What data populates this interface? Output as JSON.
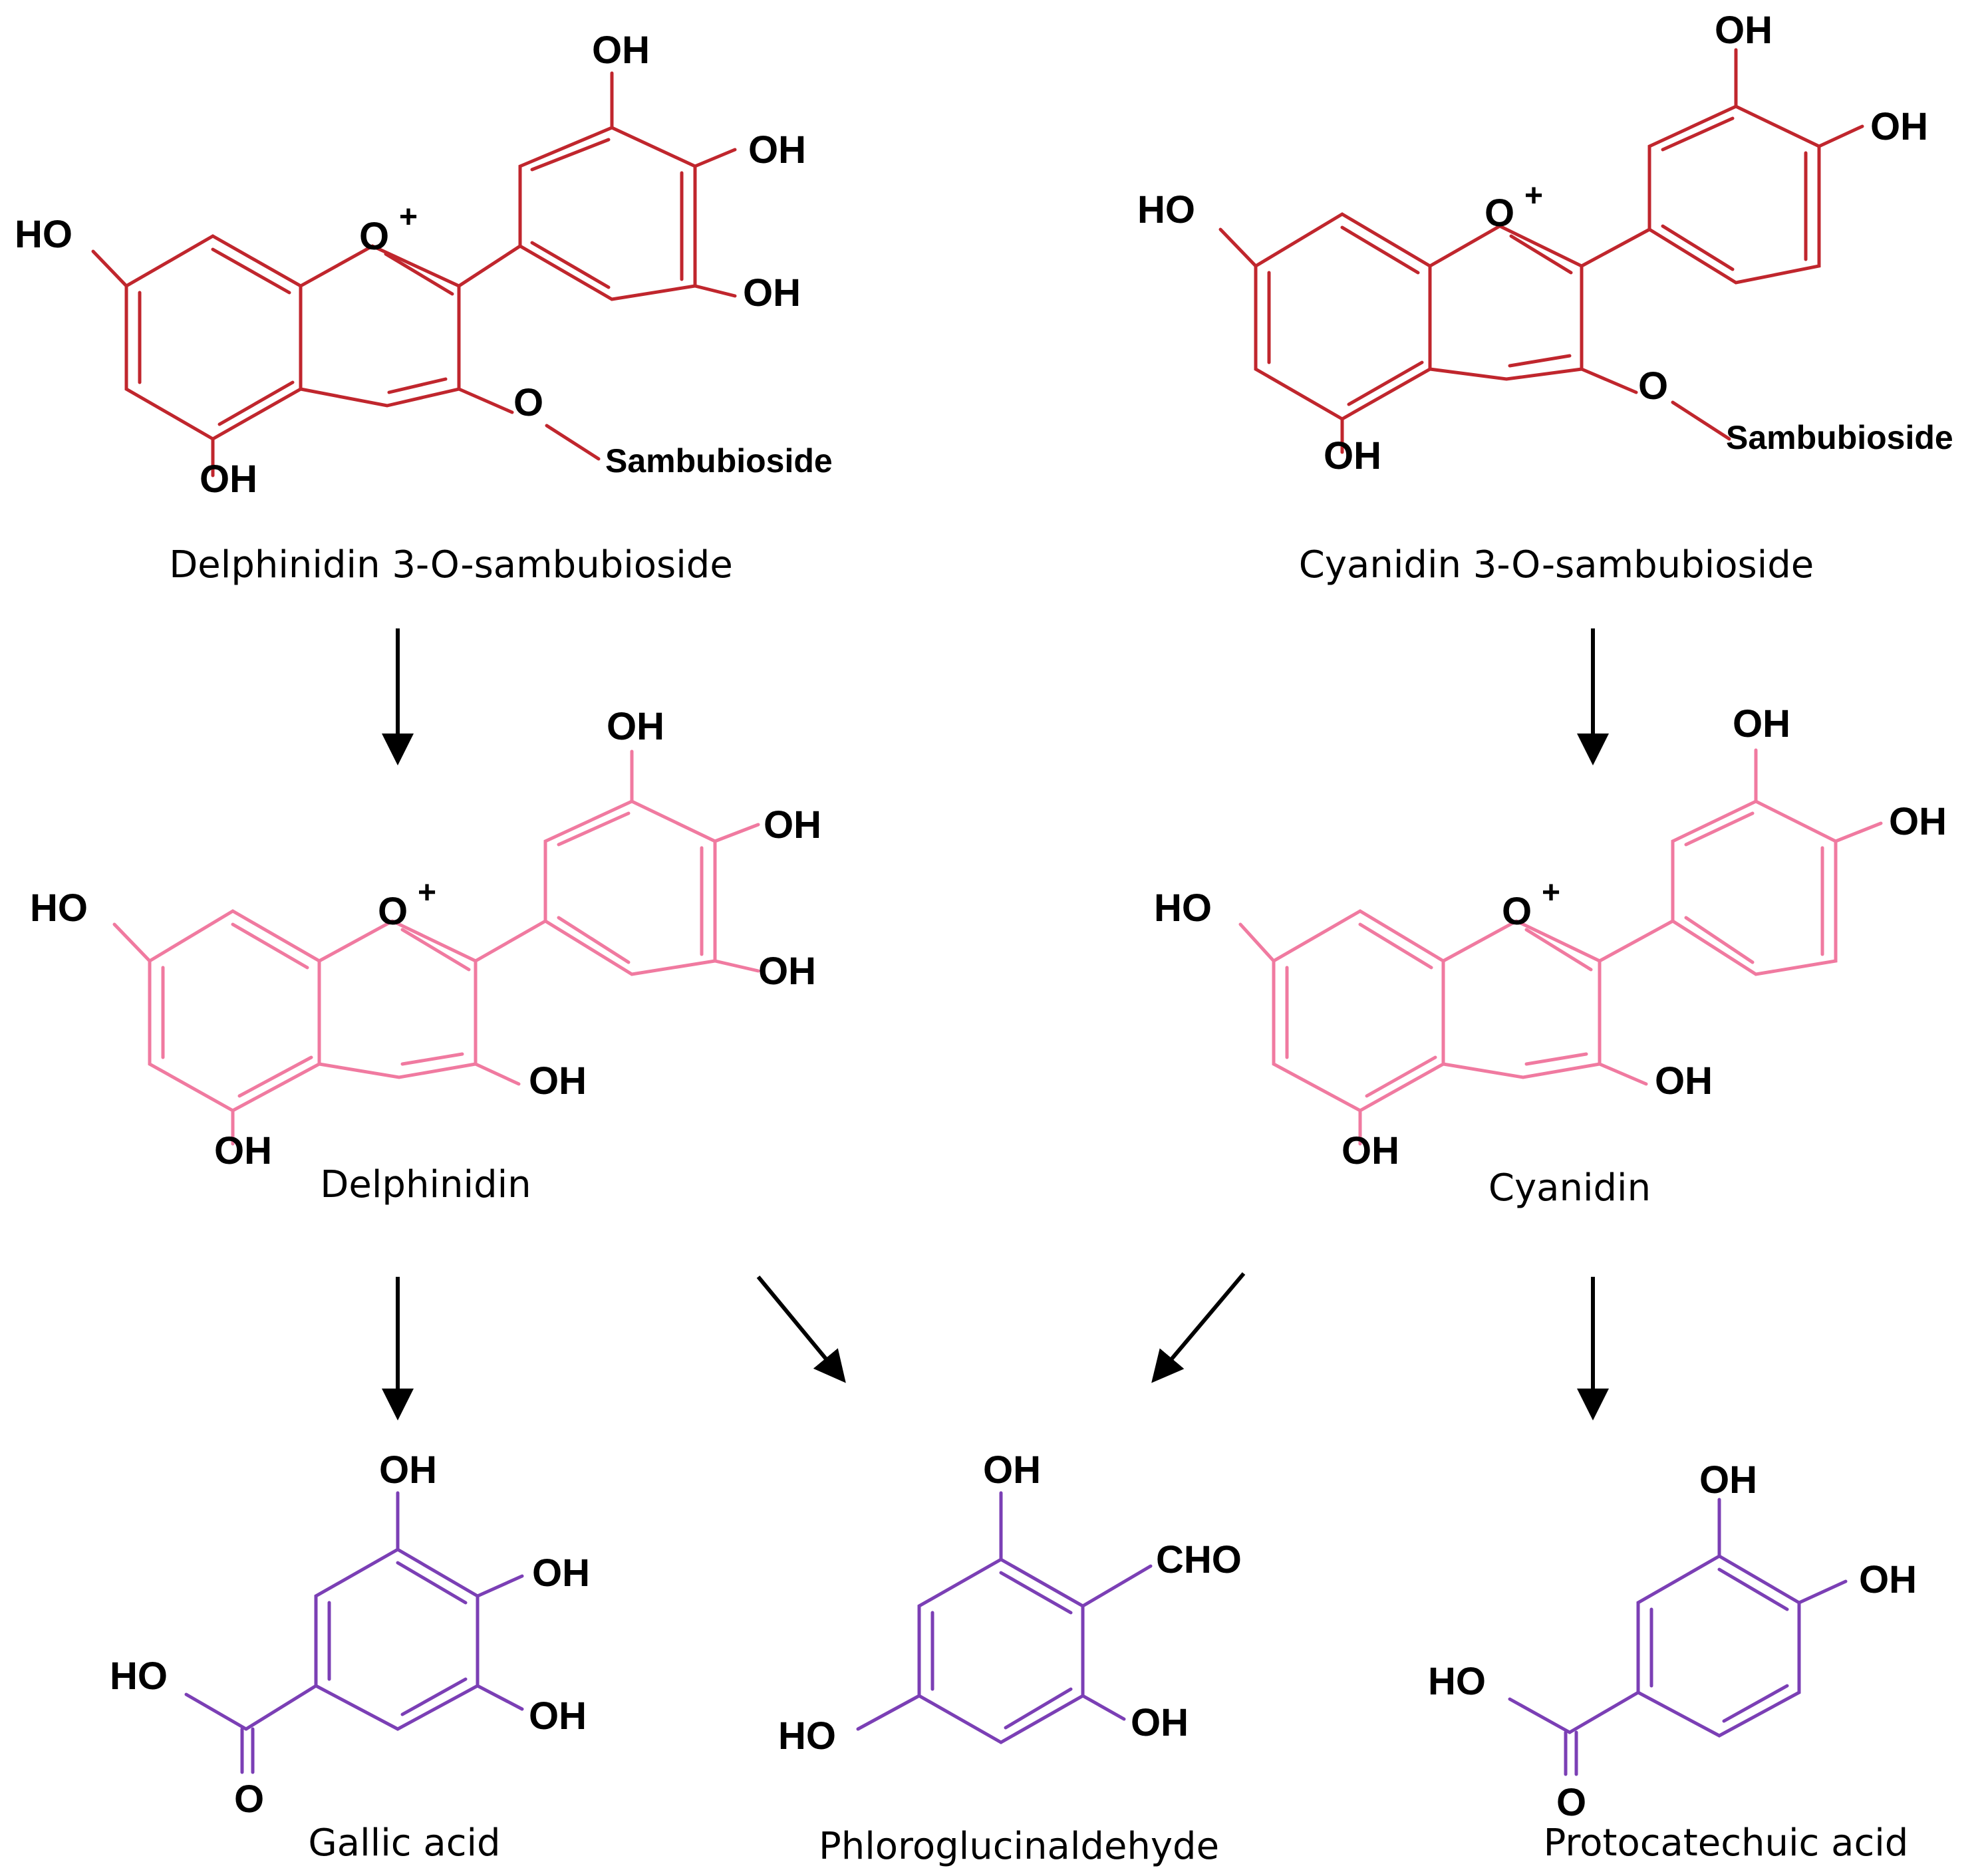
{
  "colors": {
    "glycoside": "#c0262d",
    "aglycone": "#f07aa0",
    "phenolic_acid": "#7b3fb5",
    "arrow": "#000000"
  },
  "atoms": {
    "OH": "OH",
    "HO": "HO",
    "O": "O",
    "O_plus": "O",
    "plus": "+",
    "CHO": "CHO",
    "sugar": "Sambubioside"
  },
  "compounds": {
    "delphinidin_glycoside": "Delphinidin 3-O-sambubioside",
    "cyanidin_glycoside": "Cyanidin 3-O-sambubioside",
    "delphinidin": "Delphinidin",
    "cyanidin": "Cyanidin",
    "gallic_acid": "Gallic acid",
    "phloroglucinaldehyde": "Phloroglucinaldehyde",
    "protocatechuic_acid": "Protocatechuic acid"
  }
}
